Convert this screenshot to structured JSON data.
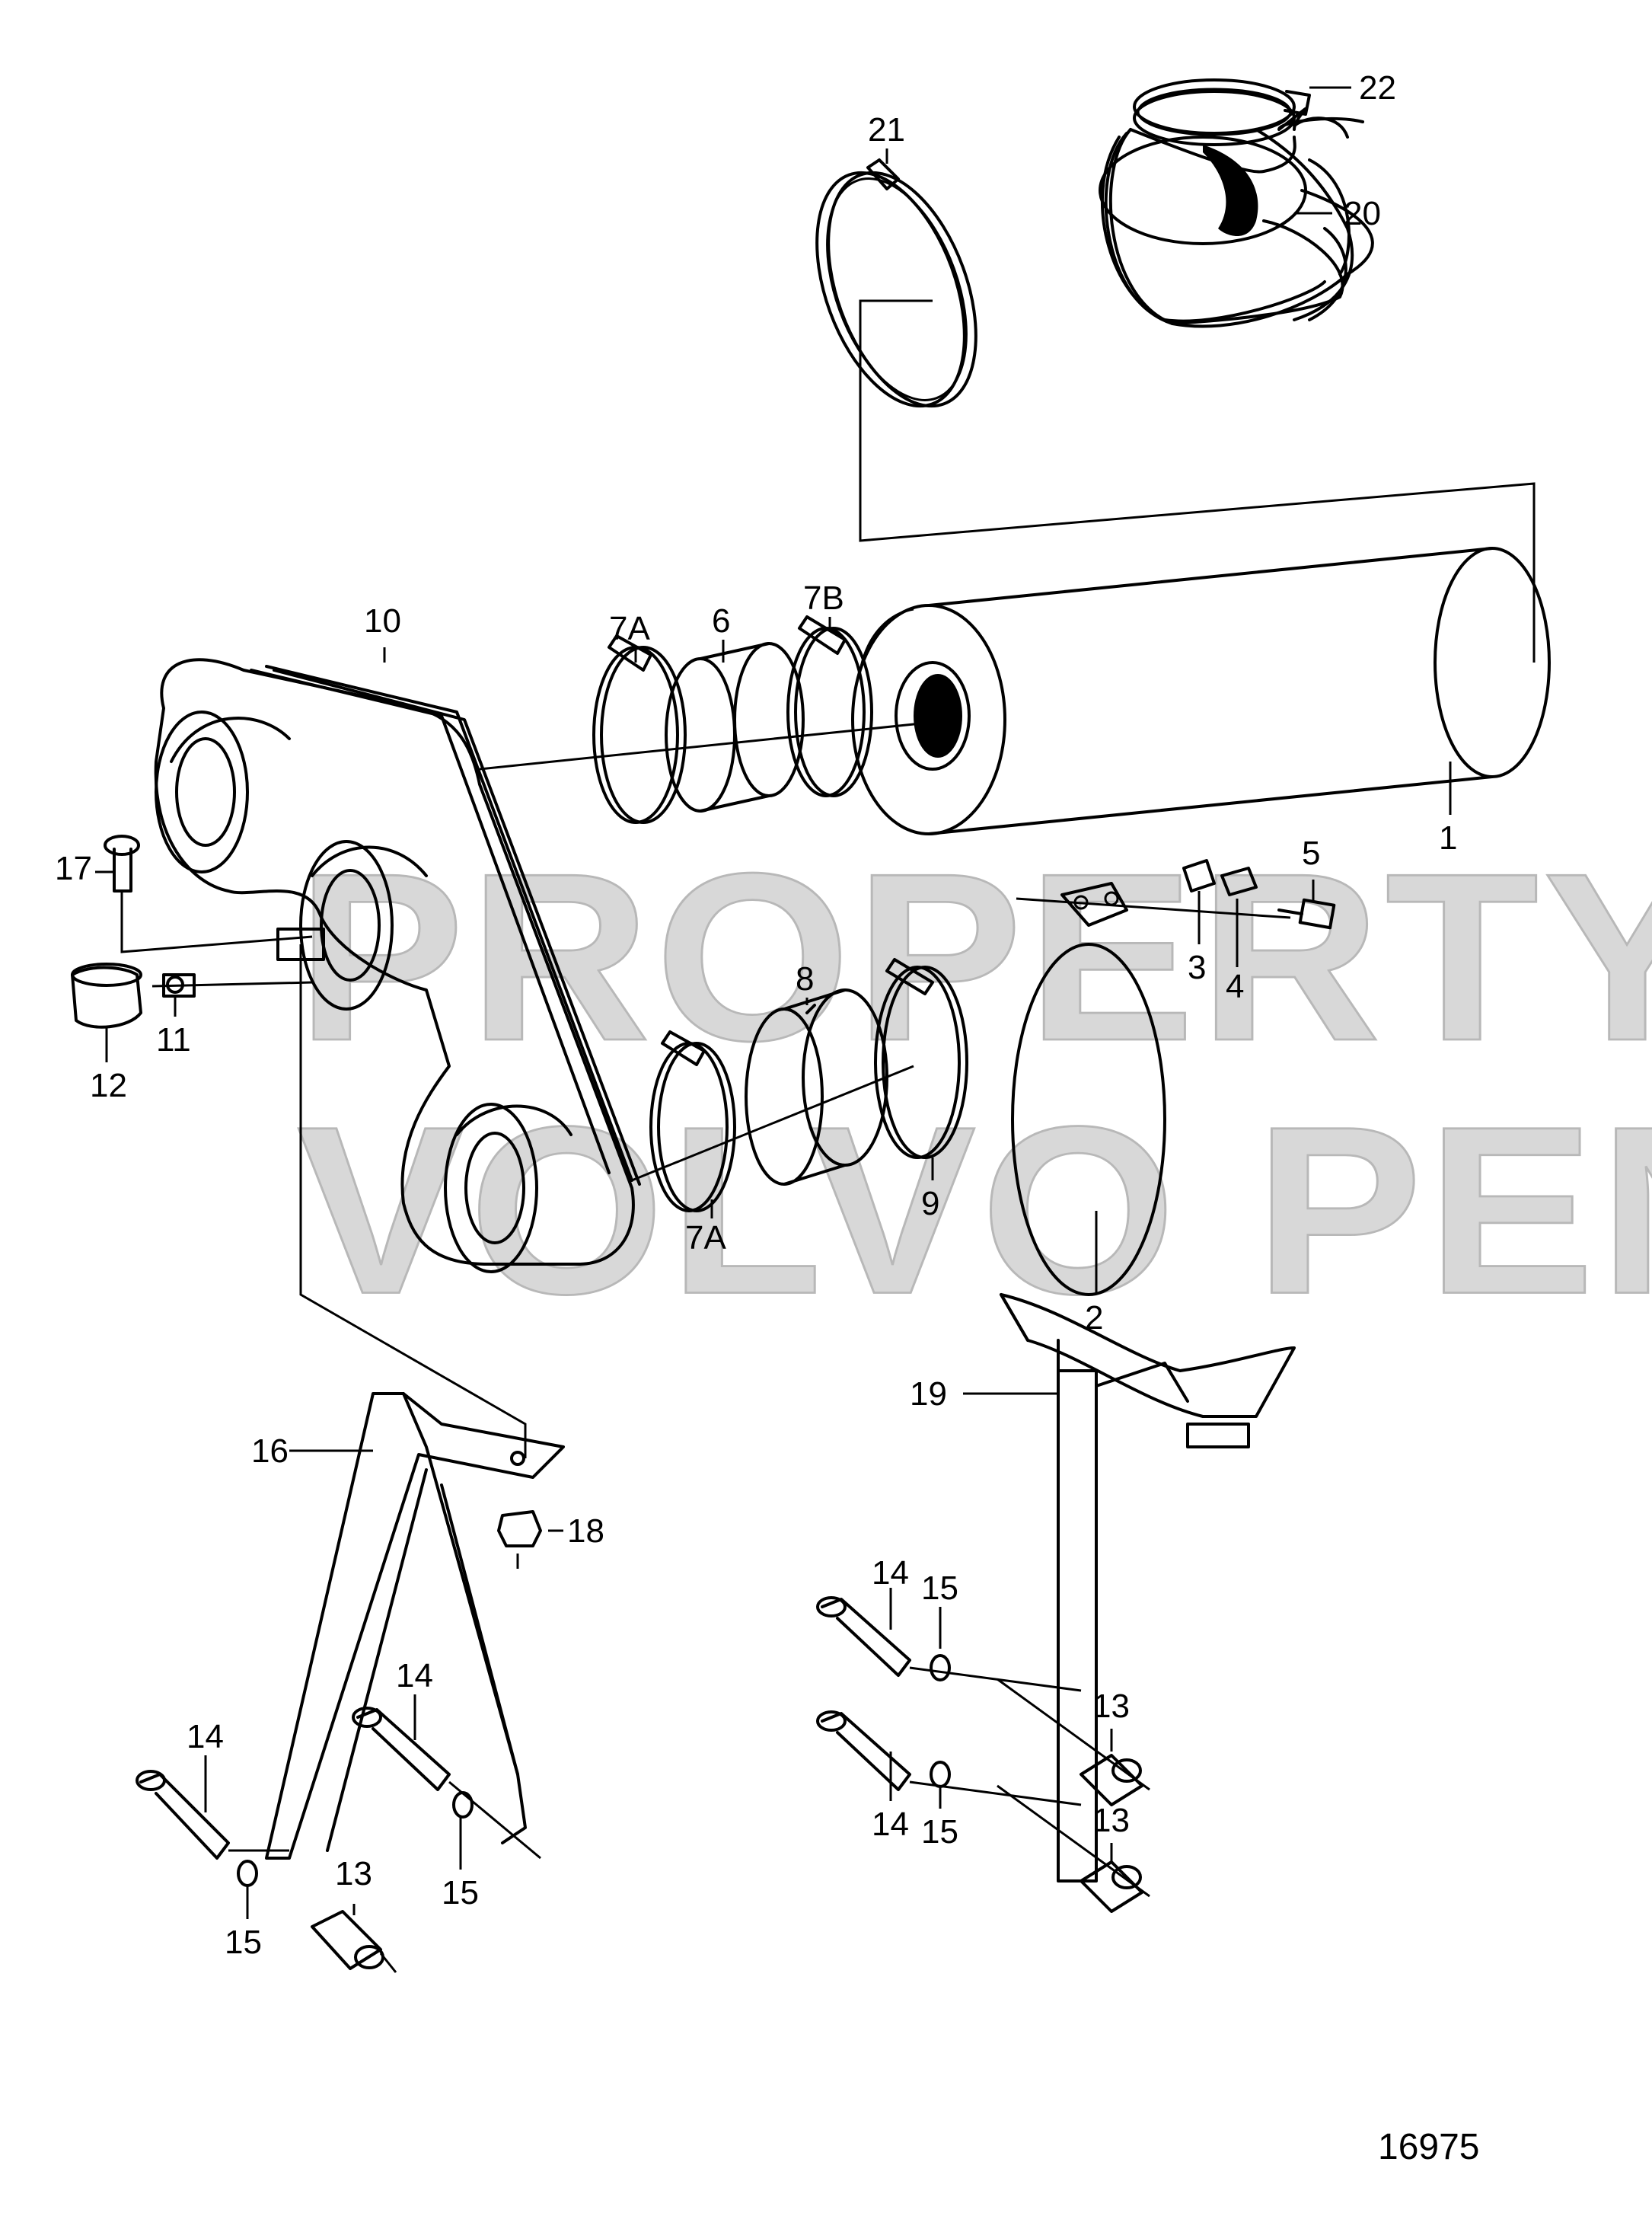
{
  "watermark": {
    "line1": "PROPERTY OF",
    "line2": "VOLVO PENTA"
  },
  "figure_number": "16975",
  "callouts": [
    "1",
    "2",
    "3",
    "4",
    "5",
    "6",
    "7A",
    "7B",
    "7A",
    "8",
    "9",
    "10",
    "11",
    "12",
    "13",
    "13",
    "13",
    "14",
    "14",
    "14",
    "14",
    "15",
    "15",
    "15",
    "15",
    "16",
    "17",
    "18",
    "19",
    "20",
    "21",
    "22"
  ]
}
